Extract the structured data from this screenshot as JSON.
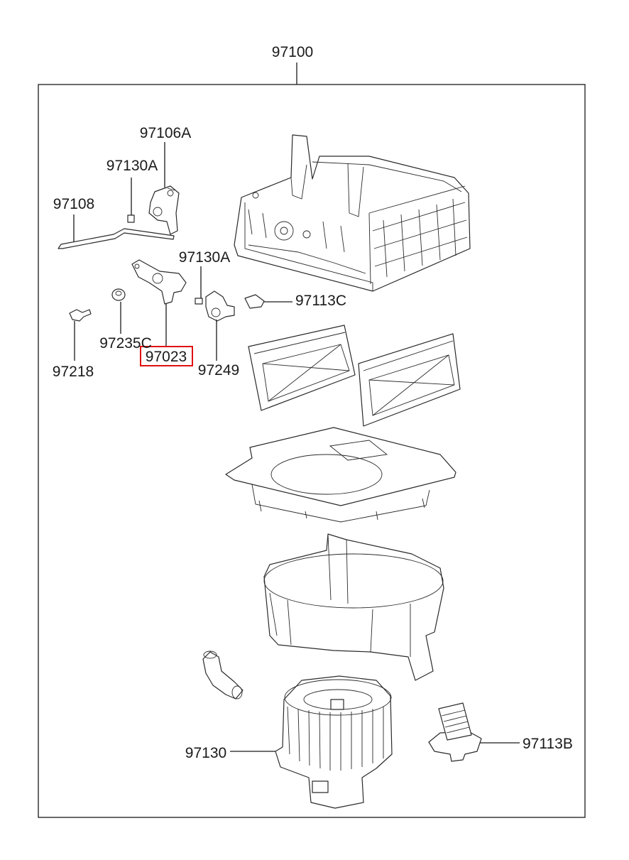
{
  "labels": {
    "assembly": "97100",
    "actuator_a": "97106A",
    "clip_a_upper": "97130A",
    "rod": "97108",
    "clip_a_lower": "97130A",
    "clip_c": "97113C",
    "grommet": "97235C",
    "lever": "97023",
    "screw": "97218",
    "link": "97249",
    "blower_motor": "97130",
    "resistor": "97113B"
  },
  "highlight": {
    "target": "97023",
    "color": "#e01010"
  }
}
